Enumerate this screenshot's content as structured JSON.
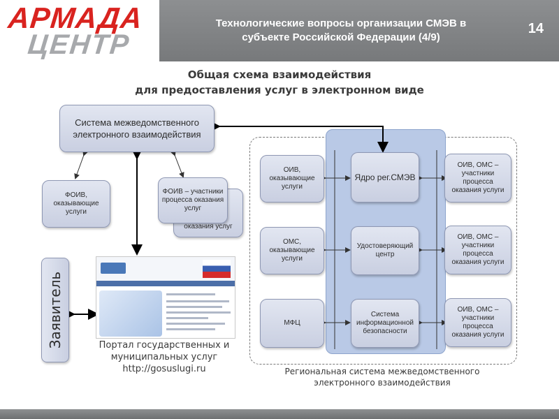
{
  "header": {
    "logo_top": "АРМАДА",
    "logo_bottom": "ЦЕНТР",
    "title": "Технологические вопросы организации СМЭВ в субъекте Российской Федерации (4/9)",
    "page_number": "14"
  },
  "diagram": {
    "heading_line1": "Общая схема взаимодействия",
    "heading_line2": "для предоставления услуг в электронном виде",
    "smev": "Системa межведомственного электронного взаимодействия",
    "foiv_left": "ФОИВ, оказывающие услуги",
    "foiv_right": "ФОИВ – участники процесса оказания услуг",
    "foiv_right_back": "оказания услуг",
    "oiv": "ОИВ, оказывающие услуги",
    "oms": "ОМС, оказывающие услуги",
    "mfc": "МФЦ",
    "core_top": "Ядро рег.СМЭВ",
    "core_mid": "Удостоверяющий центр",
    "core_bot": "Система информационной безопасности",
    "right1": "ОИВ, ОМС – участники процесса оказания услуги",
    "right2": "ОИВ, ОМС – участники процесса оказания услуги",
    "right3": "ОИВ, ОМС – участники процесса оказания услуги",
    "applicant": "Заявитель",
    "portal_caption": "Портал государственных и муниципальных услуг http://gosuslugi.ru",
    "region_caption": "Региональная система межведомственного электронного взаимодействия"
  }
}
